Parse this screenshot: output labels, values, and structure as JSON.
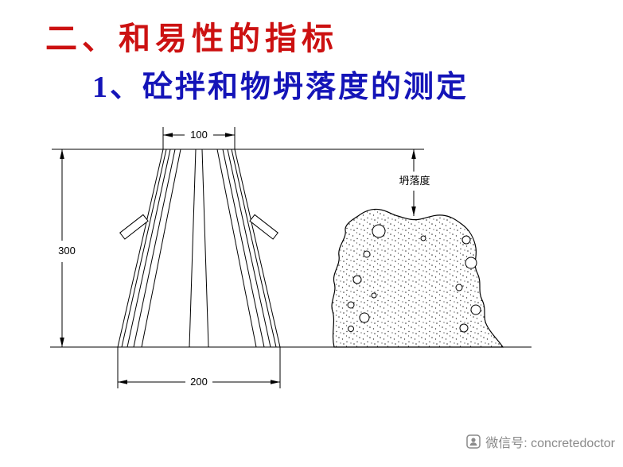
{
  "slide": {
    "title": "二、和易性的指标",
    "subtitle": "1、砼拌和物坍落度的测定"
  },
  "diagram": {
    "description": "slump-cone test drawing",
    "top_width": "100",
    "height": "300",
    "bottom_width": "200",
    "slump_label": "坍落度"
  },
  "footer": {
    "text": "微信号: concretedoctor",
    "icon": "wechat-icon"
  },
  "colors": {
    "title": "#cc1111",
    "subtitle": "#1414b8",
    "line": "#000000",
    "footer_text": "#8a8a8a",
    "background": "#ffffff"
  }
}
